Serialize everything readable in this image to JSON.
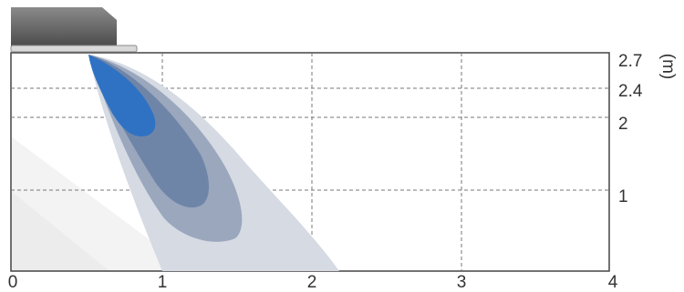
{
  "diagram": {
    "type": "airflow-throw-diagram",
    "x_ticks": [
      "0",
      "1",
      "2",
      "3",
      "4"
    ],
    "y_ticks": [
      "2.7",
      "2.4",
      "2",
      "1"
    ],
    "y_unit": "(m)",
    "plume_colors": {
      "outer": "#d5dae3",
      "middle": "#9aa7bd",
      "inner": "#6f85a8",
      "core": "#2f72c4"
    },
    "grid": true
  }
}
